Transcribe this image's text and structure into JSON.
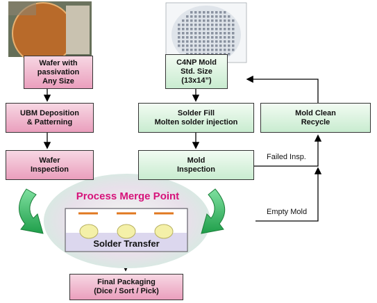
{
  "boxes": {
    "wafer": {
      "line1": "Wafer with",
      "line2": "passivation",
      "line3": "Any Size"
    },
    "mold": {
      "line1": "C4NP Mold",
      "line2": "Std. Size",
      "line3": "(13x14”)"
    },
    "ubm": {
      "line1": "UBM Deposition",
      "line2": "& Patterning"
    },
    "solder_fill": {
      "line1": "Solder Fill",
      "line2": "Molten solder injection"
    },
    "mold_clean": {
      "line1": "Mold Clean",
      "line2": "Recycle"
    },
    "wafer_insp": {
      "line1": "Wafer",
      "line2": "Inspection"
    },
    "mold_insp": {
      "line1": "Mold",
      "line2": "Inspection"
    },
    "final": {
      "line1": "Final Packaging",
      "line2": "(Dice / Sort / Pick)"
    }
  },
  "merge": {
    "title": "Process Merge Point",
    "transfer": "Solder Transfer"
  },
  "labels": {
    "failed": "Failed Insp.",
    "empty": "Empty Mold"
  },
  "colors": {
    "pink": "#ea9fbd",
    "green": "#c9ecd0",
    "merge_title": "#d6127a",
    "curved_arrow": "#3ec06a"
  }
}
